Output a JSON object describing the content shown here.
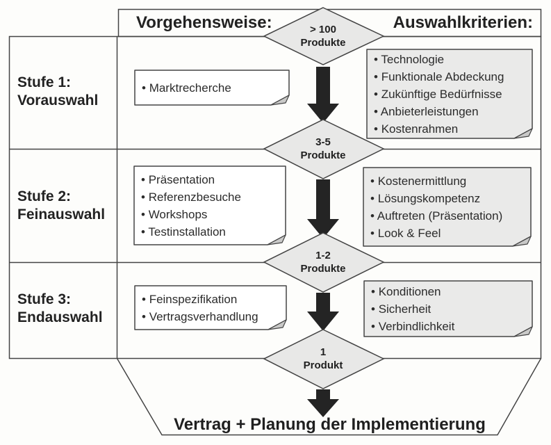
{
  "header": {
    "left": "Vorgehensweise:",
    "right": "Auswahlkriterien:"
  },
  "stages": [
    {
      "label1": "Stufe 1:",
      "label2": "Vorauswahl",
      "methods": [
        "Marktrecherche"
      ],
      "criteria": [
        "Technologie",
        "Funktionale Abdeckung",
        "Zukünftige Bedürfnisse",
        "Anbieterleistungen",
        "Kostenrahmen"
      ]
    },
    {
      "label1": "Stufe 2:",
      "label2": "Feinauswahl",
      "methods": [
        "Präsentation",
        "Referenzbesuche",
        "Workshops",
        "Testinstallation"
      ],
      "criteria": [
        "Kostenermittlung",
        "Lösungskompetenz",
        "Auftreten (Präsentation)",
        "Look & Feel"
      ]
    },
    {
      "label1": "Stufe 3:",
      "label2": "Endauswahl",
      "methods": [
        "Feinspezifikation",
        "Vertragsverhandlung"
      ],
      "criteria": [
        "Konditionen",
        "Sicherheit",
        "Verbindlichkeit"
      ]
    }
  ],
  "diamonds": [
    {
      "line1": "> 100",
      "line2": "Produkte"
    },
    {
      "line1": "3-5",
      "line2": "Produkte"
    },
    {
      "line1": "1-2",
      "line2": "Produkte"
    },
    {
      "line1": "1",
      "line2": "Produkt"
    }
  ],
  "footer": {
    "label": "Vertrag + Planung der Implementierung"
  },
  "colors": {
    "paper": "#fdfdfb",
    "line": "#444444",
    "text": "#222222",
    "diamond_fill": "#e8e8e7",
    "note_white": "#ffffff",
    "note_gray": "#eaeae9",
    "arrow": "#242424",
    "flap": "#c9c9c8"
  }
}
